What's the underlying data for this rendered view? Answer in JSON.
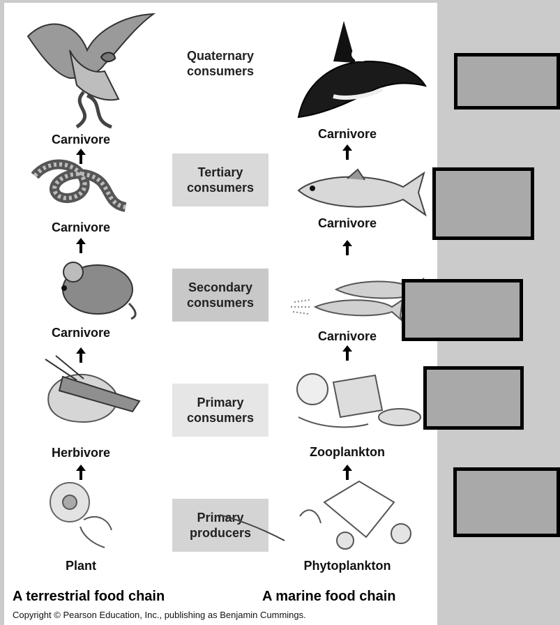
{
  "levels": [
    {
      "name": "Quaternary\nconsumers",
      "shade": "#ffffff"
    },
    {
      "name": "Tertiary\nconsumers",
      "shade": "#d9d9d9"
    },
    {
      "name": "Secondary\nconsumers",
      "shade": "#c8c8c8"
    },
    {
      "name": "Primary\nconsumers",
      "shade": "#e6e6e6"
    },
    {
      "name": "Primary\nproducers",
      "shade": "#d4d4d4"
    }
  ],
  "terrestrial_chain": {
    "heading": "A terrestrial food chain",
    "labels": [
      "Carnivore",
      "Carnivore",
      "Carnivore",
      "Herbivore",
      "Plant"
    ],
    "organisms": [
      "hawk",
      "snake",
      "mouse",
      "grasshopper",
      "plant"
    ]
  },
  "marine_chain": {
    "heading": "A marine food chain",
    "labels": [
      "Carnivore",
      "Carnivore",
      "Carnivore",
      "Zooplankton",
      "Phytoplankton"
    ],
    "organisms": [
      "killer-whale",
      "tuna",
      "herring",
      "zooplankton",
      "phytoplankton"
    ]
  },
  "copyright": "Copyright © Pearson Education, Inc., publishing as Benjamin Cummings.",
  "answer_box_color": "#a9a9a9"
}
